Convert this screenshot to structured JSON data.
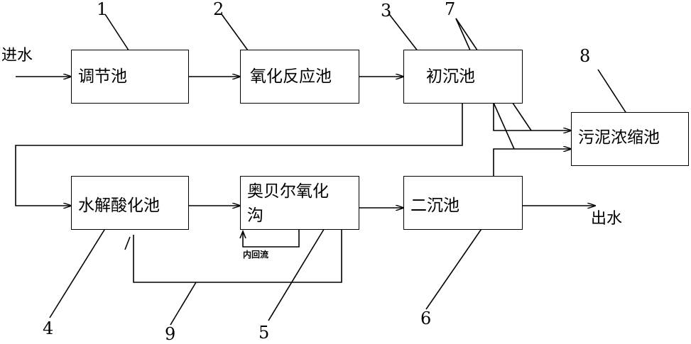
{
  "boxes": {
    "equalization_tank": "调节池",
    "oxidation_tank": "氧化反应池",
    "primary_settling_tank": "初沉池",
    "sludge_thickener": "污泥浓缩池",
    "hydrolysis_acidification_tank": "水解酸化池",
    "orbal_ditch_line1": "奥贝尔氧化",
    "orbal_ditch_line2": "沟",
    "secondary_settling_tank": "二沉池"
  },
  "labels": {
    "inlet": "进水",
    "outlet": "出水",
    "internal_reflux": "内回流"
  },
  "numbers": {
    "n1": "1",
    "n2": "2",
    "n3": "3",
    "n4": "4",
    "n5": "5",
    "n6": "6",
    "n7": "7",
    "n8": "8",
    "n9": "9"
  },
  "colors": {
    "line": "#000000",
    "background": "#ffffff"
  }
}
